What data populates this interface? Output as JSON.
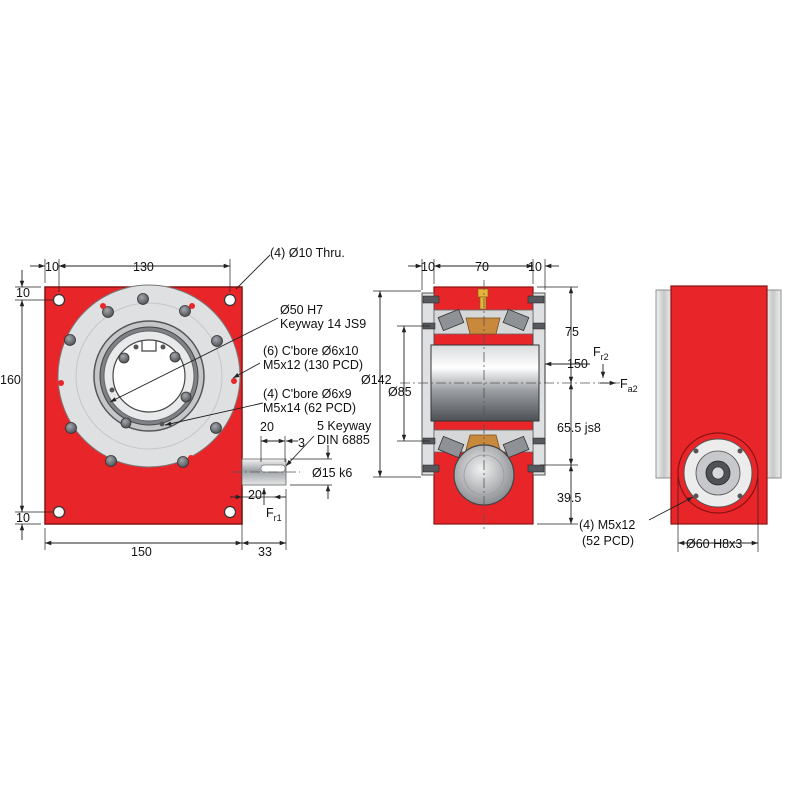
{
  "colors": {
    "housing_red": "#e8262a",
    "housing_edge": "#8a1212",
    "flange_grey": "#dfe0e2",
    "steel": "#b9bcc0",
    "bolt": "#6c6f73",
    "bronze": "#c8893c"
  },
  "front_view": {
    "dims": {
      "top_left_10": "10",
      "top_130": "130",
      "left_10_top": "10",
      "left_160": "160",
      "left_10_bottom": "10",
      "bottom_150": "150",
      "bottom_33": "33"
    },
    "callouts": {
      "thru_holes": "(4) Ø10 Thru.",
      "bore": "Ø50 H7",
      "keyway": "Keyway 14 JS9",
      "cbore6x10": "(6) C'bore Ø6x10",
      "m5x12": "M5x12 (130 PCD)",
      "cbore6x9": "(4) C'bore Ø6x9",
      "m5x14": "M5x14 (62 PCD)",
      "shaft_keyway": "5 Keyway",
      "din": "DIN 6885",
      "shaft_dia": "Ø15 k6",
      "shaft_20_top": "20",
      "shaft_3": "3",
      "shaft_20_bottom": "20",
      "fr1_main": "F",
      "fr1_sub": "r1"
    }
  },
  "section_view": {
    "dims": {
      "top_10_left": "10",
      "top_70": "70",
      "top_10_right": "10",
      "dia_142": "Ø142",
      "dia_85": "Ø85",
      "right_75": "75",
      "right_150": "150",
      "right_65_5": "65.5 js8",
      "right_39_5": "39.5",
      "fr2_main": "F",
      "fr2_sub": "r2",
      "fa2_main": "F",
      "fa2_sub": "a2"
    }
  },
  "side_view": {
    "callouts": {
      "m5x12": "(4) M5x12",
      "pcd52": "(52 PCD)",
      "dia60": "Ø60 H8x3"
    }
  }
}
